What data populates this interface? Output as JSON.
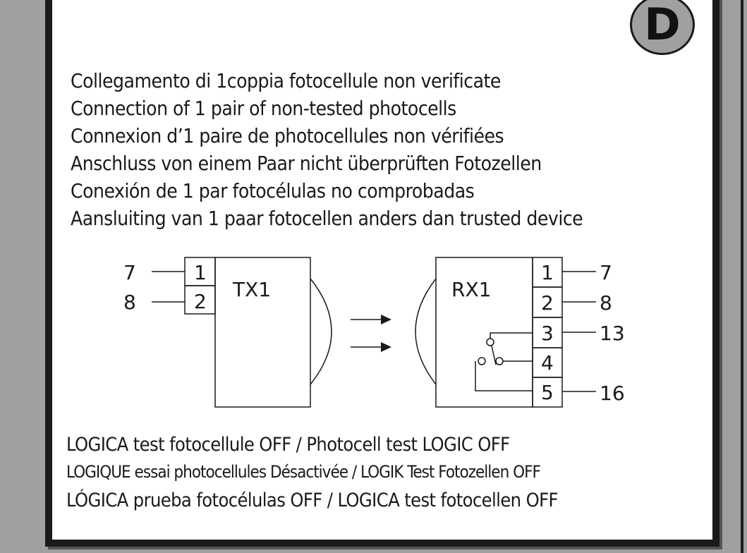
{
  "badge": "D",
  "titles": [
    "Collegamento di 1coppia fotocellule non verificate",
    "Connection of 1 pair of non-tested photocells",
    "Connexion d’1 paire de photocellules non vérifiées",
    "Anschluss von einem Paar nicht überprüften Fotozellen",
    "Conexión de 1 par fotocélulas no comprobadas",
    "Aansluiting van 1 paar fotocellen anders dan trusted device"
  ],
  "diagram": {
    "tx": {
      "label": "TX1",
      "terminals": [
        "1",
        "2"
      ],
      "wires": [
        "7",
        "8"
      ]
    },
    "rx": {
      "label": "RX1",
      "terminals": [
        "1",
        "2",
        "3",
        "4",
        "5"
      ],
      "wires": [
        "7",
        "8",
        "13",
        "16"
      ]
    }
  },
  "logic": [
    "LOGICA test fotocellule OFF / Photocell test LOGIC OFF",
    "LOGIQUE essai photocellules Désactivée / LOGIK Test Fotozellen OFF",
    "LÓGICA prueba fotocélulas OFF / LOGICA test fotocellen OFF"
  ]
}
